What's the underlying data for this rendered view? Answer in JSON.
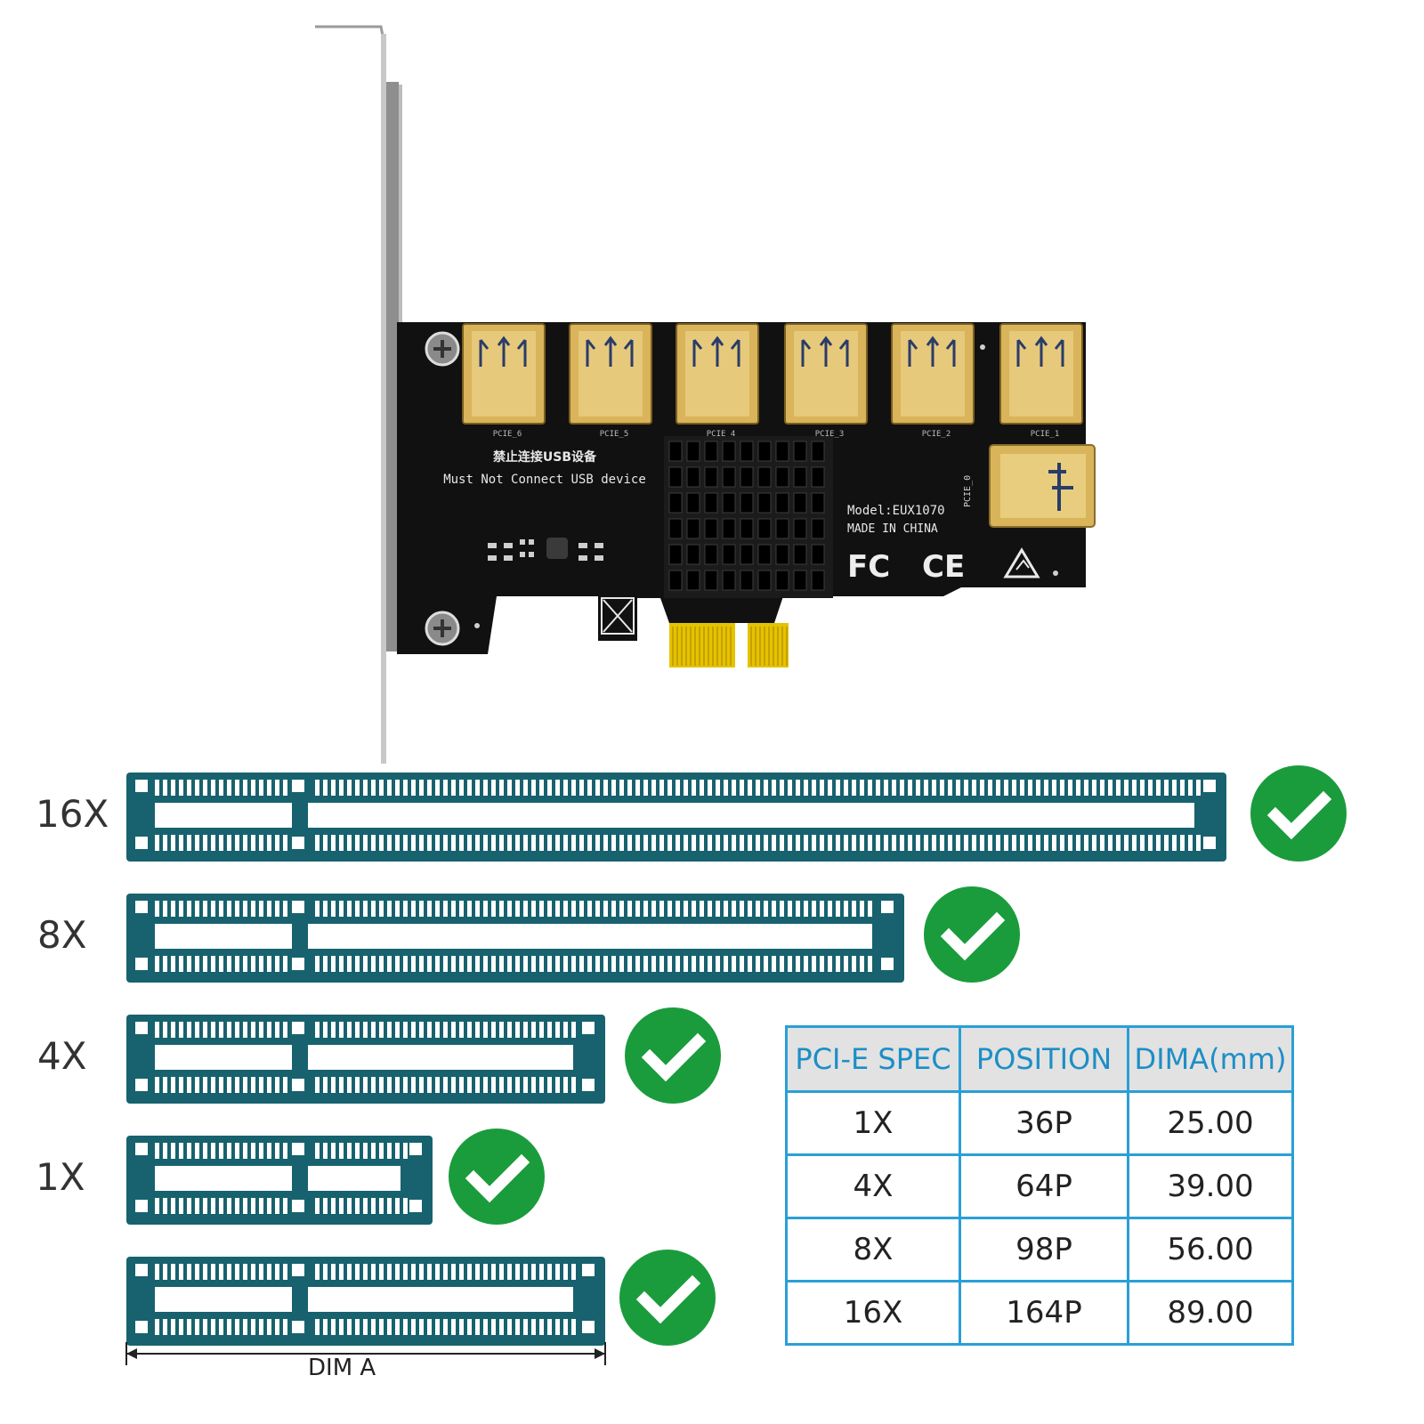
{
  "card": {
    "ports": [
      "PCIE_6",
      "PCIE_5",
      "PCIE_4",
      "PCIE_3",
      "PCIE_2",
      "PCIE_1"
    ],
    "side_port": "PCIE_0",
    "warning_cn": "禁止连接USB设备",
    "warning_en": "Must Not Connect USB device",
    "model": "Model:EUX1070",
    "made_in": "MADE IN CHINA",
    "fc_mark": "FC",
    "ce_mark": "CE"
  },
  "slots": [
    {
      "label": "16X",
      "compatible": true
    },
    {
      "label": "8X",
      "compatible": true
    },
    {
      "label": "4X",
      "compatible": true
    },
    {
      "label": "1X",
      "compatible": true
    },
    {
      "label": "",
      "compatible": true
    }
  ],
  "dim_label": "DIM A",
  "table": {
    "headers": [
      "PCI-E SPEC",
      "POSITION",
      "DIMA(mm)"
    ],
    "rows": [
      [
        "1X",
        "36P",
        "25.00"
      ],
      [
        "4X",
        "64P",
        "39.00"
      ],
      [
        "8X",
        "98P",
        "56.00"
      ],
      [
        "16X",
        "164P",
        "89.00"
      ]
    ]
  },
  "colors": {
    "slot": "#17626e",
    "check": "#1a9c3c",
    "pcb": "#111111",
    "gold": "#d9b45a",
    "table_border": "#2a9fd6",
    "table_header_text": "#1d8ec6"
  }
}
